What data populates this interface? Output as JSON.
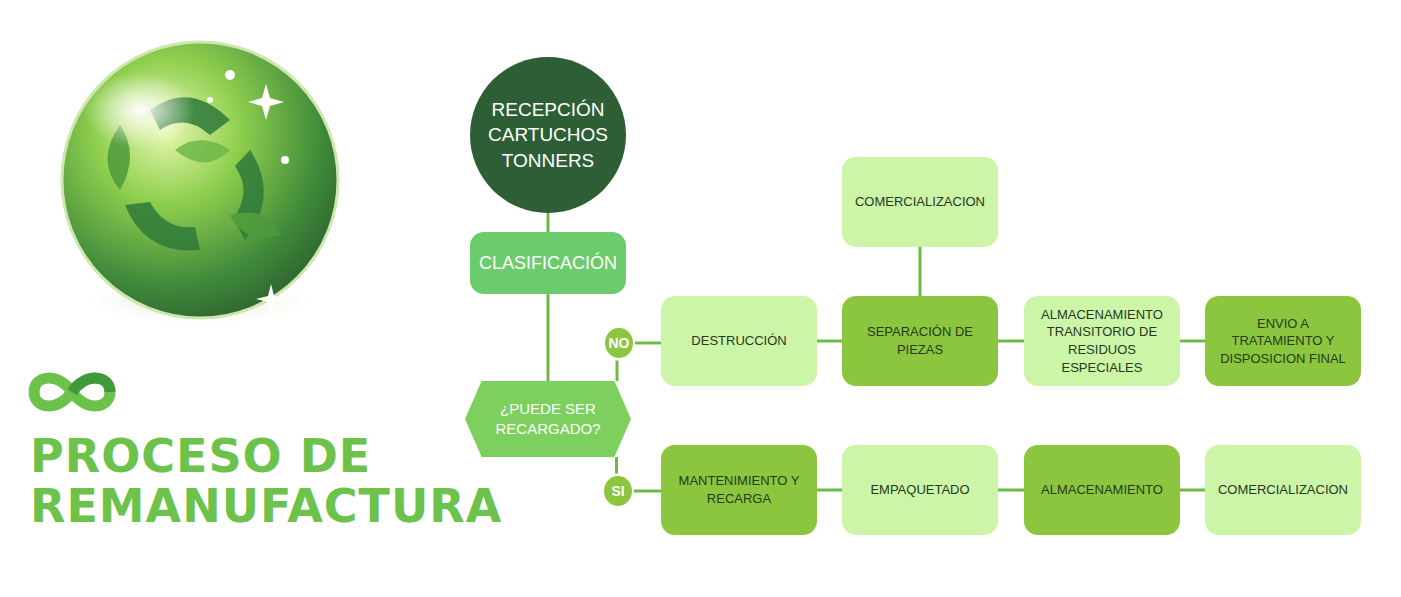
{
  "diagram": {
    "title": "PROCESO DE REMANUFACTURA",
    "nodes": [
      {
        "text": [
          "RECEPCIÓN CARTUCHOS TONNERS"
        ]
      },
      {
        "text": [
          "CLASIFICACIÓN"
        ]
      },
      {
        "text": [
          "¿PUEDE SER RECARGADO?"
        ]
      },
      {
        "text": [
          "NO"
        ]
      },
      {
        "text": [
          "DESTRUCCIÓN"
        ]
      },
      {
        "text": [
          "SEPARACIÓN DE PIEZAS"
        ]
      },
      {
        "text": [
          "COMERCIALIZACION"
        ]
      },
      {
        "text": [
          "ALMACENAMIENTO TRANSITORIO DE RESIDUOS ESPECIALES"
        ]
      },
      {
        "text": [
          "ENVIO A TRATAMIENTO Y DISPOSICION FINAL"
        ]
      },
      {
        "text": [
          "SI"
        ]
      },
      {
        "text": [
          "MANTENIMIENTO Y RECARGA"
        ]
      },
      {
        "text": [
          "EMPAQUETADO"
        ]
      },
      {
        "text": [
          "ALMACENAMIENTO"
        ]
      },
      {
        "text": [
          "COMERCIALIZACION"
        ]
      }
    ],
    "edges": [
      {
        "from": 0,
        "to": 1,
        "arrow": "none"
      },
      {
        "from": 1,
        "to": 2,
        "arrow": "none"
      },
      {
        "from": 2,
        "to": 3,
        "arrow": "none"
      },
      {
        "from": 3,
        "to": 4,
        "arrow": "none"
      },
      {
        "from": 4,
        "to": 5,
        "arrow": "none"
      },
      {
        "from": 5,
        "to": 6,
        "arrow": "none"
      },
      {
        "from": 5,
        "to": 7,
        "arrow": "none"
      },
      {
        "from": 7,
        "to": 8,
        "arrow": "none"
      },
      {
        "from": 2,
        "to": 9,
        "arrow": "none"
      },
      {
        "from": 9,
        "to": 10,
        "arrow": "none"
      },
      {
        "from": 10,
        "to": 11,
        "arrow": "none"
      },
      {
        "from": 11,
        "to": 12,
        "arrow": "none"
      },
      {
        "from": 12,
        "to": 13,
        "arrow": "none"
      }
    ]
  }
}
